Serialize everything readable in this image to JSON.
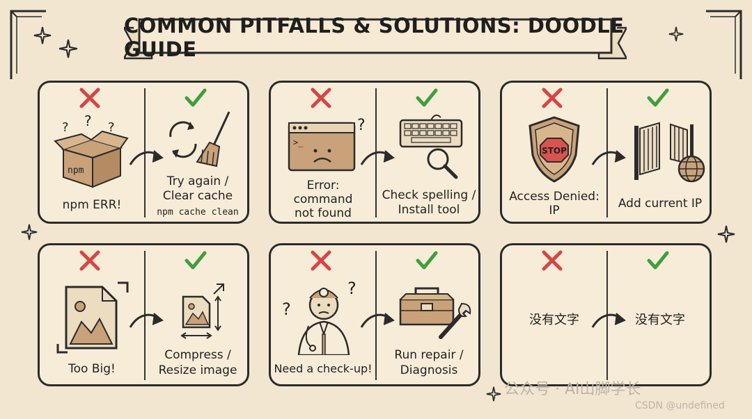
{
  "title": "COMMON PITFALLS & SOLUTIONS: DOODLE GUIDE",
  "cards": [
    {
      "problem": "npm ERR!",
      "solution_line1": "Try again /",
      "solution_line2": "Clear cache",
      "solution_code": "npm cache clean",
      "problem_icon": "box-icon",
      "solution_icon": "refresh-broom-icon"
    },
    {
      "problem_line1": "Error:",
      "problem_line2": "command",
      "problem_line3": "not found",
      "solution_line1": "Check spelling /",
      "solution_line2": "Install tool",
      "problem_icon": "terminal-icon",
      "solution_icon": "keyboard-search-icon"
    },
    {
      "problem_line1": "Access Denied:",
      "problem_line2": "IP",
      "stop_text": "STOP",
      "solution": "Add current IP",
      "problem_icon": "shield-stop-icon",
      "solution_icon": "gate-globe-icon"
    },
    {
      "problem": "Too Big!",
      "solution_line1": "Compress /",
      "solution_line2": "Resize image",
      "problem_icon": "large-image-icon",
      "solution_icon": "resize-icon"
    },
    {
      "problem": "Need a check-up!",
      "solution_line1": "Run repair /",
      "solution_line2": "Diagnosis",
      "problem_icon": "doctor-icon",
      "solution_icon": "toolbox-icon"
    },
    {
      "problem": "没有文字",
      "solution": "没有文字"
    }
  ],
  "watermark": {
    "line1": "公众号 · AI山脚学长",
    "line2": "CSDN @undefined"
  },
  "colors": {
    "background": "#f3e6d1",
    "cross": "#d64545",
    "check": "#3f9e3f",
    "ink": "#2b2b2b",
    "box": "#c9a27a",
    "stop": "#d9534f"
  }
}
